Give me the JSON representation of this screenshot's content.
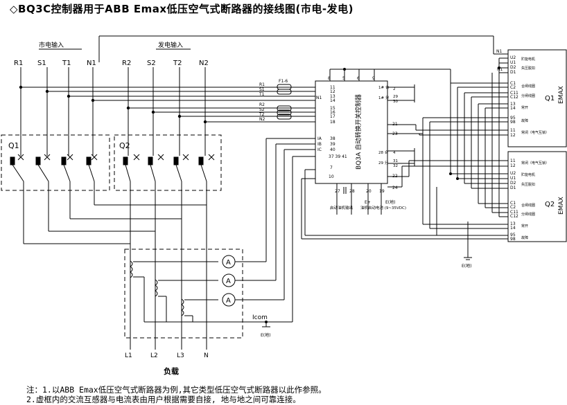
{
  "title": "◇BQ3C控制器用于ABB Emax低压空气式断路器的接线图(市电-发电)",
  "sources": {
    "mains_label": "市电输入",
    "gen_label": "发电输入",
    "mains_phases": [
      "R1",
      "S1",
      "T1",
      "N1"
    ],
    "gen_phases": [
      "R2",
      "S2",
      "T2",
      "N2"
    ]
  },
  "breakers": {
    "q1": "Q1",
    "q2": "Q2"
  },
  "fuse": "F1-6",
  "controller": {
    "name": "BQ3A  自动转换开关控制器",
    "top_pins": [
      "8",
      "5",
      "6",
      "9"
    ],
    "left_pins": [
      "11",
      "12",
      "13",
      "14",
      "15",
      "16",
      "17",
      "18"
    ],
    "ct_pins": [
      "38",
      "39",
      "40",
      "37 39 41"
    ],
    "ct_labels": [
      "IA",
      "IB",
      "IC"
    ],
    "pin7": "7",
    "pin10": "10",
    "bottom_pins": [
      "27",
      "28",
      "20",
      "19"
    ],
    "bottom_e": "E+",
    "bottom_labels": [
      "启动油机输出",
      "油机启动电池 (9~35VDC)"
    ],
    "bottom_ground": "E(地)",
    "relay_pins": [
      "1# 合",
      "2",
      "1# 分",
      "29",
      "30",
      "28 合",
      "4",
      "29 分",
      "31",
      "32"
    ],
    "right_pins": [
      "21",
      "23",
      "22",
      "24"
    ]
  },
  "wire_labels_left": [
    "R1",
    "S1",
    "T1",
    "N1",
    "R2",
    "S2",
    "T2",
    "N2"
  ],
  "emax1": {
    "title": "EMAX",
    "name": "Q1",
    "pins": [
      "U2",
      "U1",
      "D2",
      "D1",
      "C1",
      "C2",
      "C11",
      "C12",
      "13",
      "14",
      "95",
      "98",
      "11",
      "12"
    ],
    "labels": [
      "贮能电机",
      "失压脱扣",
      "合闸线圈",
      "分闸线圈",
      "常开",
      "故障",
      "常闭（电气互锁）"
    ],
    "n1": "N1"
  },
  "emax2": {
    "title": "EMAX",
    "name": "Q2",
    "pins": [
      "11",
      "12",
      "U2",
      "U1",
      "D2",
      "D1",
      "C1",
      "C2",
      "C11",
      "C12",
      "13",
      "14",
      "95",
      "98"
    ],
    "labels": [
      "常闭（电气互锁）",
      "贮能电机",
      "失压脱扣",
      "合闸线圈",
      "分闸线圈",
      "常开",
      "故障"
    ]
  },
  "ground_right": "E(地)",
  "ct_box": {
    "meter": "A",
    "icom": "Icom",
    "ground": "E(地)"
  },
  "load": {
    "phases": [
      "L1",
      "L2",
      "L3",
      "N"
    ],
    "label": "负载"
  },
  "notes": [
    "注：1.以ABB Emax低压空气式断路器为例,其它类型低压空气式断路器以此作参照。",
    "    2.虚框内的交流互感器与电流表由用户根据需要自接, 地与地之间可靠连接。"
  ]
}
